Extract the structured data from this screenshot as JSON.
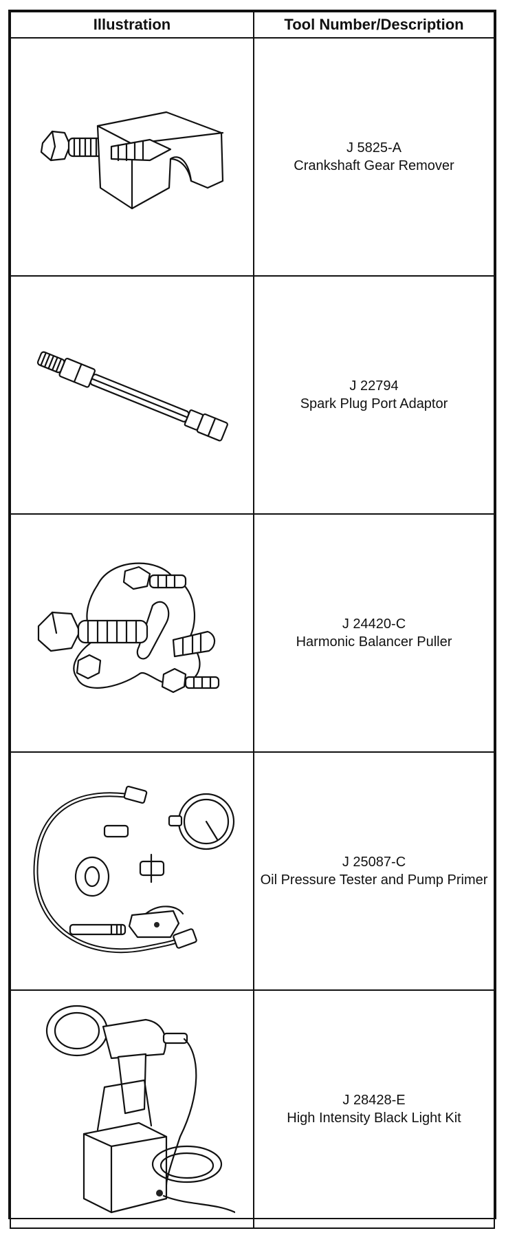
{
  "table": {
    "header_illustration": "Illustration",
    "header_description": "Tool Number/Description",
    "rows": [
      {
        "number": "J 5825-A",
        "name": "Crankshaft Gear Remover",
        "icon": "gear-remover-illustration"
      },
      {
        "number": "J 22794",
        "name": "Spark Plug Port Adaptor",
        "icon": "spark-plug-adaptor-illustration"
      },
      {
        "number": "J 24420-C",
        "name": "Harmonic Balancer Puller",
        "icon": "balancer-puller-illustration"
      },
      {
        "number": "J 25087-C",
        "name": "Oil Pressure Tester and Pump Primer",
        "icon": "oil-pressure-tester-illustration"
      },
      {
        "number": "J 28428-E",
        "name": "High Intensity Black Light Kit",
        "icon": "black-light-kit-illustration"
      }
    ]
  }
}
